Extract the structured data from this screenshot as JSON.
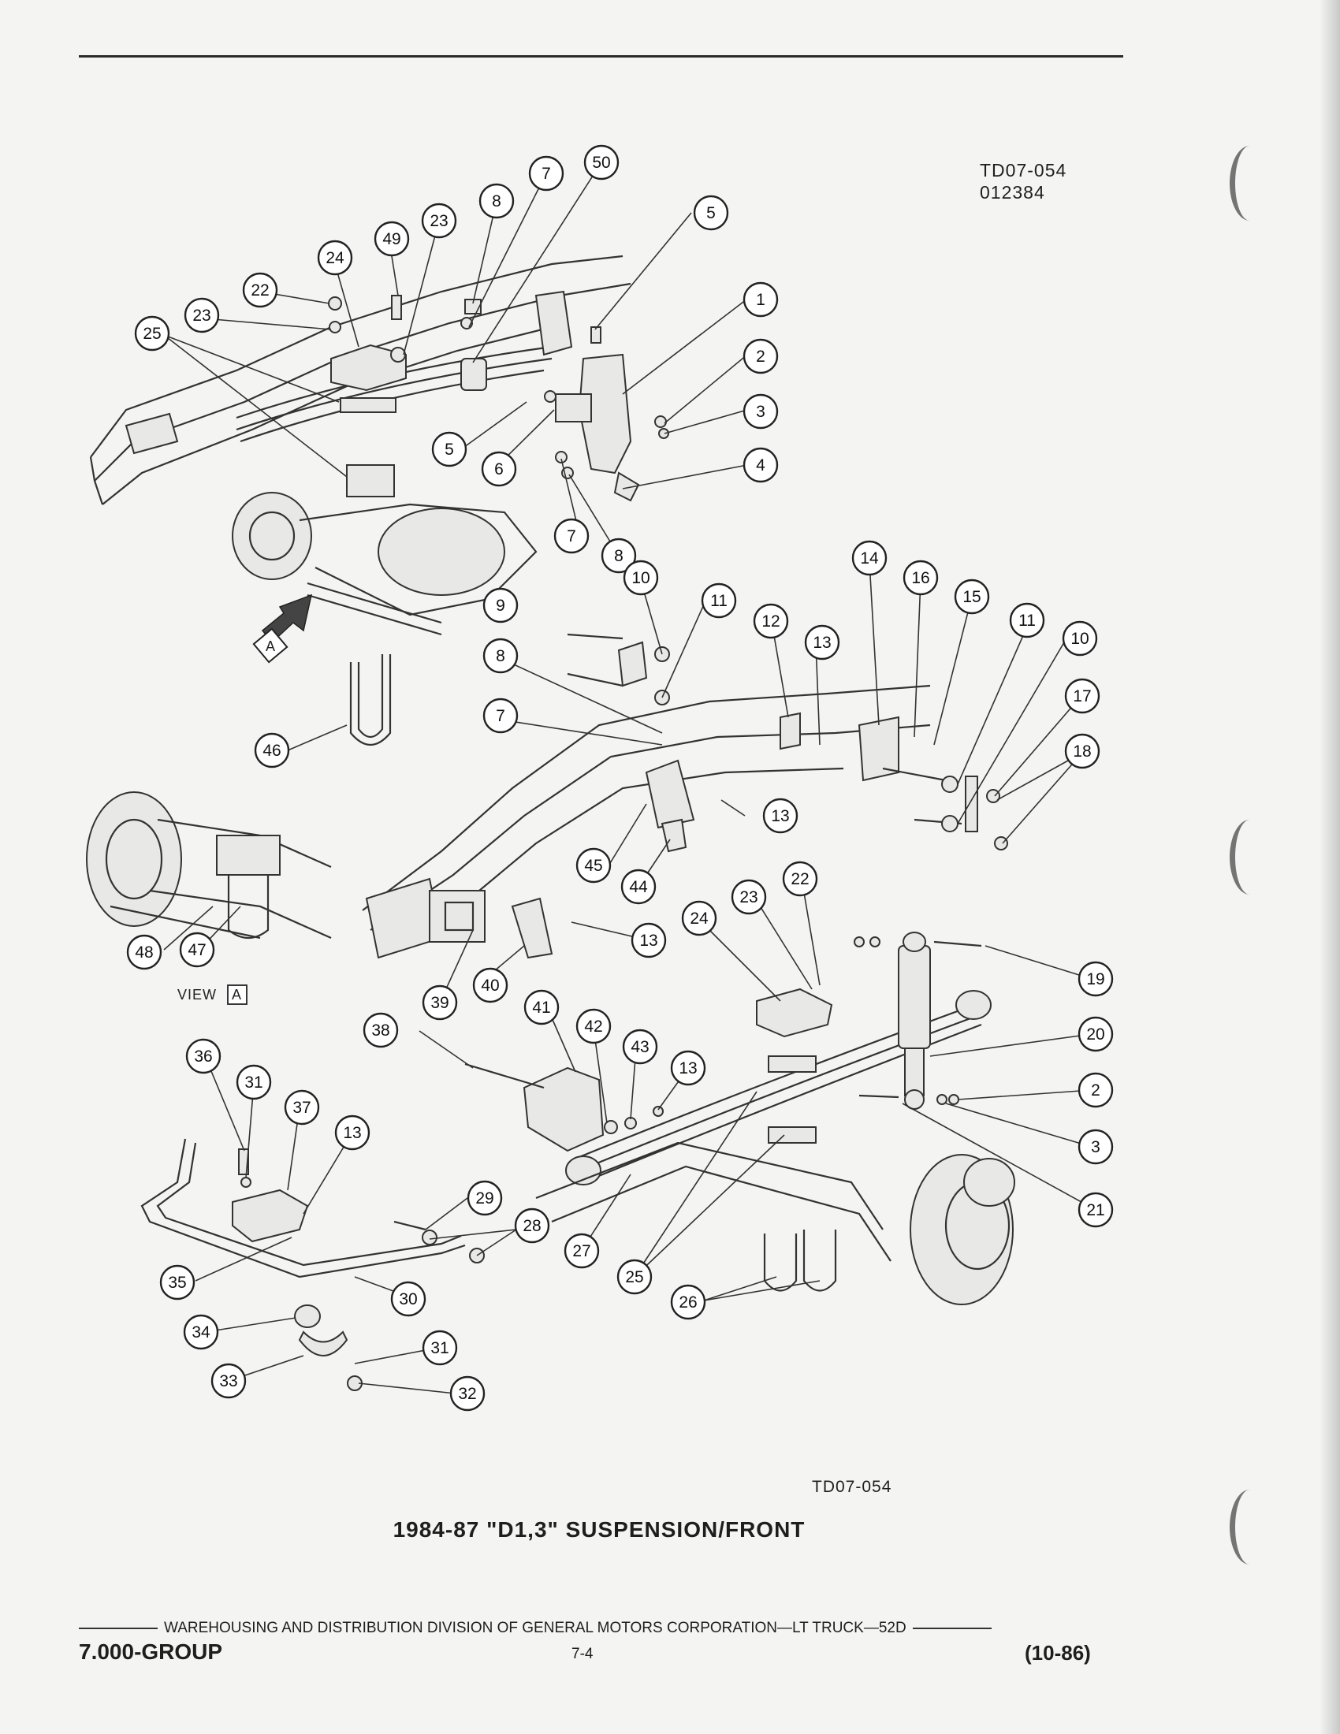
{
  "header": {
    "drawing_code": "TD07-054",
    "drawing_date_code": "012384"
  },
  "diagram": {
    "view_label": "VIEW",
    "view_letter": "A",
    "arrow_letter": "A",
    "callouts": [
      {
        "id": "c50",
        "label": "50"
      },
      {
        "id": "c7a",
        "label": "7"
      },
      {
        "id": "c8a",
        "label": "8"
      },
      {
        "id": "c23a",
        "label": "23"
      },
      {
        "id": "c49",
        "label": "49"
      },
      {
        "id": "c24a",
        "label": "24"
      },
      {
        "id": "c22a",
        "label": "22"
      },
      {
        "id": "c23b",
        "label": "23"
      },
      {
        "id": "c25a",
        "label": "25"
      },
      {
        "id": "c5a",
        "label": "5"
      },
      {
        "id": "c1",
        "label": "1"
      },
      {
        "id": "c2a",
        "label": "2"
      },
      {
        "id": "c3a",
        "label": "3"
      },
      {
        "id": "c4",
        "label": "4"
      },
      {
        "id": "c5b",
        "label": "5"
      },
      {
        "id": "c6",
        "label": "6"
      },
      {
        "id": "c7b",
        "label": "7"
      },
      {
        "id": "c8b",
        "label": "8"
      },
      {
        "id": "c14",
        "label": "14"
      },
      {
        "id": "c16",
        "label": "16"
      },
      {
        "id": "c15",
        "label": "15"
      },
      {
        "id": "c10a",
        "label": "10"
      },
      {
        "id": "c11a",
        "label": "11"
      },
      {
        "id": "c9",
        "label": "9"
      },
      {
        "id": "c12",
        "label": "12"
      },
      {
        "id": "c13a",
        "label": "13"
      },
      {
        "id": "c11b",
        "label": "11"
      },
      {
        "id": "c10b",
        "label": "10"
      },
      {
        "id": "c17",
        "label": "17"
      },
      {
        "id": "c18",
        "label": "18"
      },
      {
        "id": "c8c",
        "label": "8"
      },
      {
        "id": "c7c",
        "label": "7"
      },
      {
        "id": "c13b",
        "label": "13"
      },
      {
        "id": "c46",
        "label": "46"
      },
      {
        "id": "c45",
        "label": "45"
      },
      {
        "id": "c44",
        "label": "44"
      },
      {
        "id": "c22b",
        "label": "22"
      },
      {
        "id": "c23c",
        "label": "23"
      },
      {
        "id": "c24b",
        "label": "24"
      },
      {
        "id": "c13c",
        "label": "13"
      },
      {
        "id": "c48",
        "label": "48"
      },
      {
        "id": "c47",
        "label": "47"
      },
      {
        "id": "c19",
        "label": "19"
      },
      {
        "id": "c39",
        "label": "39"
      },
      {
        "id": "c40",
        "label": "40"
      },
      {
        "id": "c41",
        "label": "41"
      },
      {
        "id": "c38",
        "label": "38"
      },
      {
        "id": "c42",
        "label": "42"
      },
      {
        "id": "c43",
        "label": "43"
      },
      {
        "id": "c13d",
        "label": "13"
      },
      {
        "id": "c20",
        "label": "20"
      },
      {
        "id": "c36",
        "label": "36"
      },
      {
        "id": "c31a",
        "label": "31"
      },
      {
        "id": "c37",
        "label": "37"
      },
      {
        "id": "c13e",
        "label": "13"
      },
      {
        "id": "c2b",
        "label": "2"
      },
      {
        "id": "c3b",
        "label": "3"
      },
      {
        "id": "c29",
        "label": "29"
      },
      {
        "id": "c28",
        "label": "28"
      },
      {
        "id": "c21",
        "label": "21"
      },
      {
        "id": "c27",
        "label": "27"
      },
      {
        "id": "c35",
        "label": "35"
      },
      {
        "id": "c30",
        "label": "30"
      },
      {
        "id": "c25b",
        "label": "25"
      },
      {
        "id": "c26",
        "label": "26"
      },
      {
        "id": "c34",
        "label": "34"
      },
      {
        "id": "c31b",
        "label": "31"
      },
      {
        "id": "c33",
        "label": "33"
      },
      {
        "id": "c32",
        "label": "32"
      }
    ]
  },
  "figure": {
    "code": "TD07-054",
    "caption": "1984-87 \"D1,3\" SUSPENSION/FRONT"
  },
  "footer": {
    "publisher_line": "WAREHOUSING AND DISTRIBUTION  DIVISION OF GENERAL MOTORS CORPORATION—LT TRUCK—52D",
    "group": "7.000-GROUP",
    "page_number": "7-4",
    "revision": "(10-86)"
  }
}
